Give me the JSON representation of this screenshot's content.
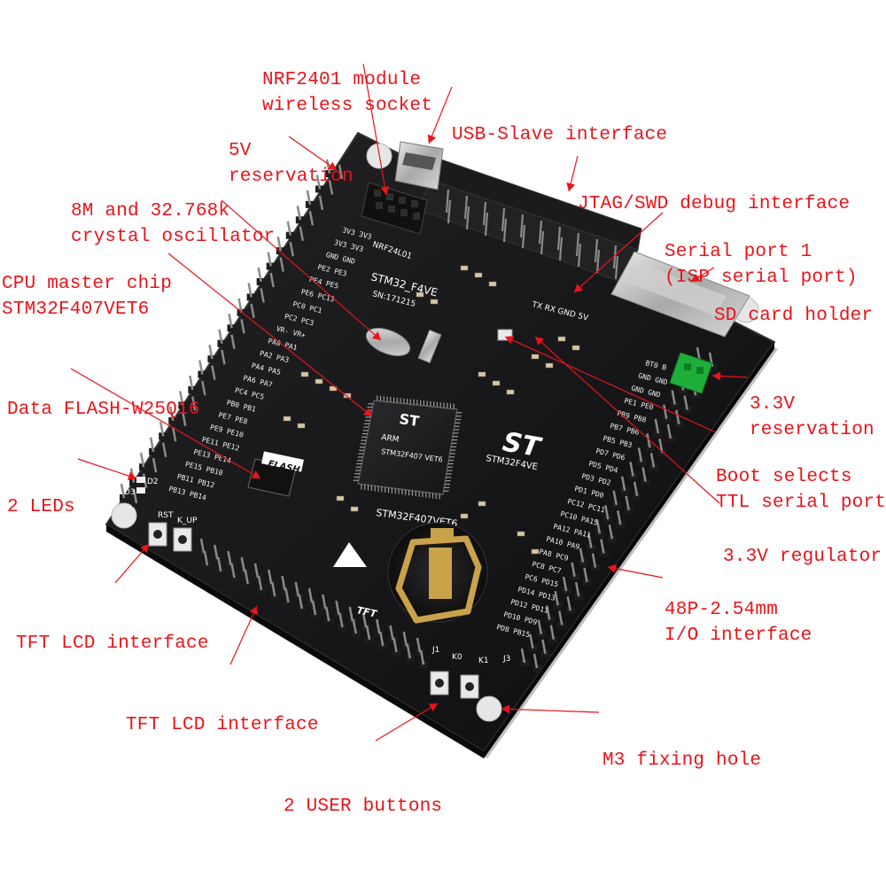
{
  "labels": {
    "nrf2401": [
      "NRF2401 module",
      "wireless socket"
    ],
    "usb_slave": [
      "USB-Slave interface"
    ],
    "five_v": [
      "5V",
      "reservation"
    ],
    "jtag": [
      "JTAG/SWD debug interface"
    ],
    "crystal": [
      "8M and 32.768k",
      "crystal oscillator"
    ],
    "serial1": [
      "Serial port 1",
      "(ISP serial port)"
    ],
    "cpu": [
      "CPU master chip",
      "STM32F407VET6"
    ],
    "sdcard": [
      "SD card holder"
    ],
    "flash": [
      "Data FLASH-W25Q16"
    ],
    "v33_res": [
      "3.3V",
      "reservation"
    ],
    "boot": [
      "Boot selects",
      "TTL serial port"
    ],
    "leds": [
      "2 LEDs"
    ],
    "regulator": [
      "3.3V regulator"
    ],
    "io48": [
      "48P-2.54mm",
      "I/O interface"
    ],
    "tft1": [
      "TFT LCD interface"
    ],
    "tft2": [
      "TFT LCD interface"
    ],
    "fixing": [
      "M3 fixing hole"
    ],
    "buttons": [
      "2 USER buttons"
    ]
  },
  "board": {
    "chip_marking": "STM32F407VET6",
    "board_name": "STM32F4VE",
    "board_title": "STM32_F4VE",
    "serial_no": "SN:171215",
    "st_logo": "ST",
    "nrf_label": "NRF24L01",
    "flash_label": "FLASH",
    "tft_label": "TFT",
    "serial_pins": "TX RX GND 5V",
    "rst_label": "RST",
    "kup_label": "K_UP",
    "k0_label": "K0",
    "k1_label": "K1",
    "j1_label": "J1",
    "j3_label": "J3",
    "d2_label": "D2",
    "d3_label": "D3",
    "boot_label": "BT0 B",
    "pwr_label": "3V3 3V3",
    "chip_text": "STM32F407 VET6",
    "arm_text": "ARM",
    "left_pins": [
      "3V3 3V3",
      "3V3 3V3",
      "GND GND",
      "PE2 PE3",
      "PE4 PE5",
      "PE6 PC13",
      "PC0 PC1",
      "PC2 PC3",
      "VR- VR+",
      "PA0 PA1",
      "PA2 PA3",
      "PA4 PA5",
      "PA6 PA7",
      "PC4 PC5",
      "PB0 PB1",
      "PE7 PE8",
      "PE9 PE10",
      "PE11 PE12",
      "PE13 PE14",
      "PE15 PB10",
      "PB11 PB12",
      "PB13 PB14"
    ],
    "right_pins": [
      "BT0 B",
      "GND GND",
      "GND GND",
      "PE1 PE0",
      "PB9 PB8",
      "PB7 PB6",
      "PB5 PB3",
      "PD7 PD6",
      "PD5 PD4",
      "PD3 PD2",
      "PD1 PD0",
      "PC12 PC11",
      "PC10 PA15",
      "PA12 PA11",
      "PA10 PA9",
      "PA8 PC9",
      "PC8 PC7",
      "PC6 PD15",
      "PD14 PD13",
      "PD12 PD11",
      "PD10 PD9",
      "PD8 PB15"
    ]
  },
  "colors": {
    "callout": "#e8141a",
    "pcb": "#141416",
    "pin": "#8a8a8a",
    "header": "#1c1c1c",
    "gold": "#c9a24a",
    "terminal": "#1fae3a"
  }
}
